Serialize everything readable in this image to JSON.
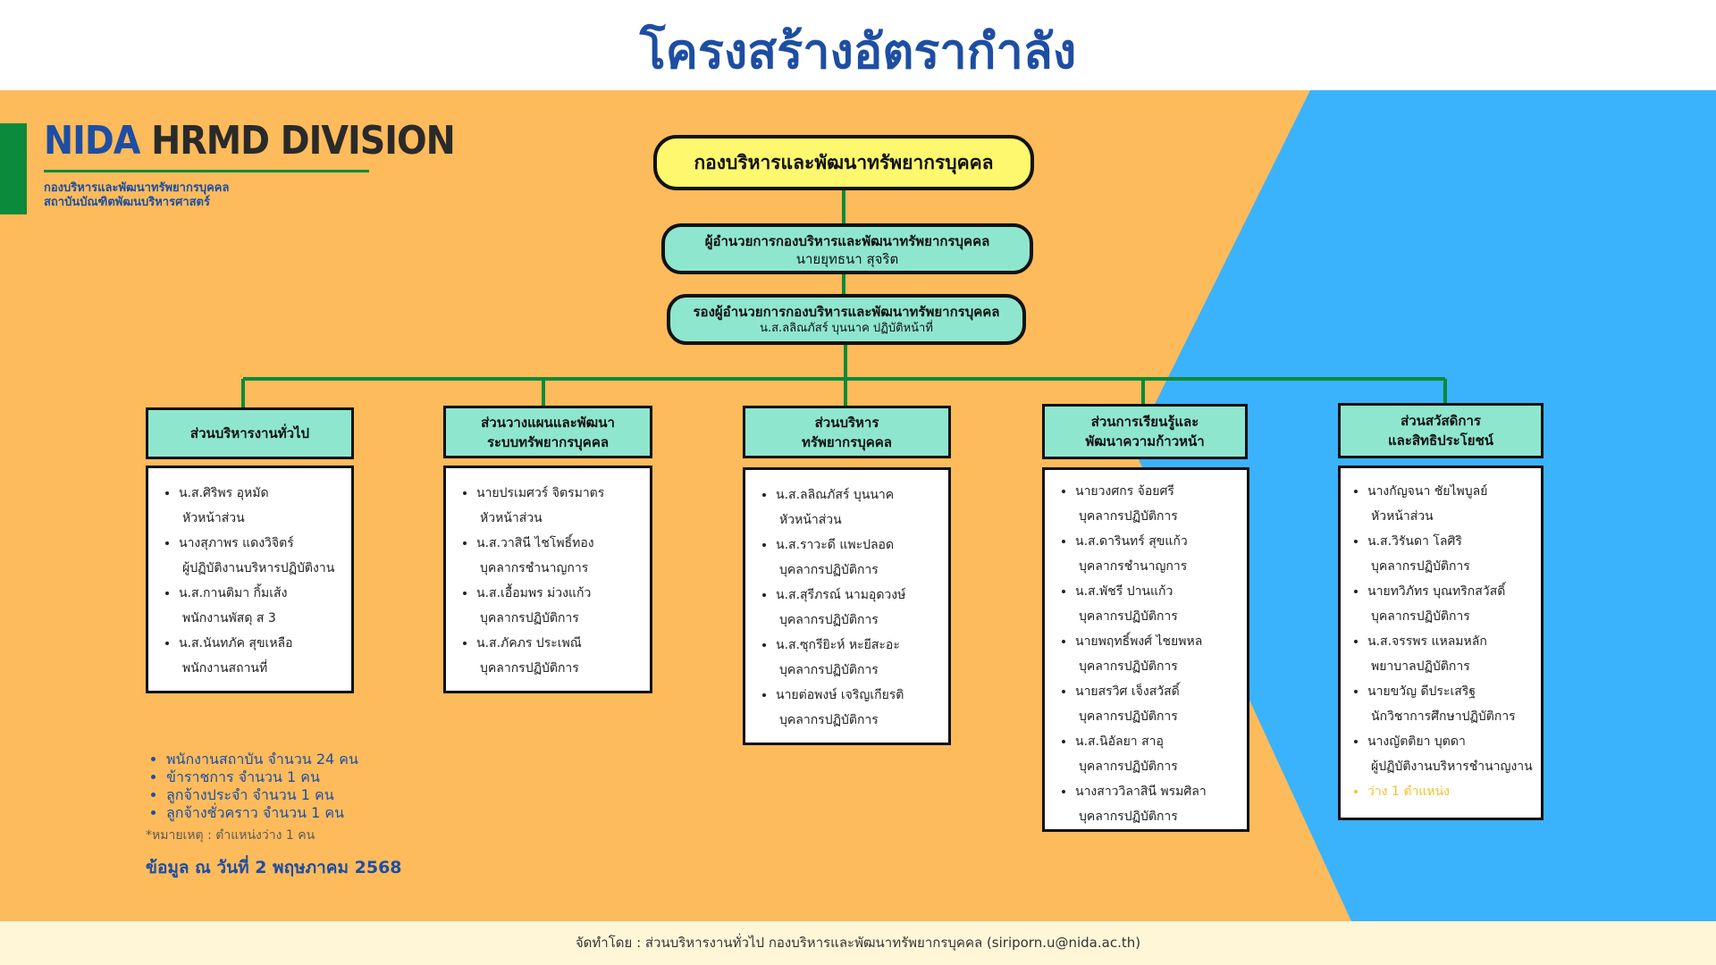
{
  "title": "โครงสร้างอัตรากำลัง",
  "brand": {
    "name_accent": "NIDA",
    "name_rest": "HRMD DIVISION",
    "sub_line1": "กองบริหารและพัฒนาทรัพยากรบุคคล",
    "sub_line2": "สถาบันบัณฑิตพัฒนบริหารศาสตร์"
  },
  "colors": {
    "background_orange": "#fdbb5b",
    "background_blue": "#3bb2fc",
    "title_blue": "#1d4ea3",
    "node_yellow": "#fdf86d",
    "node_mint": "#8fe6cf",
    "connector_green": "#0a8a3a",
    "vacant_yellow": "#f2c12e"
  },
  "org": {
    "top": "กองบริหารและพัฒนาทรัพยากรบุคคล",
    "director_title": "ผู้อำนวยการกองบริหารและพัฒนาทรัพยากรบุคคล",
    "director_name": "นายยุทธนา สุจริต",
    "deputy_title": "รองผู้อำนวยการกองบริหารและพัฒนาทรัพยากรบุคคล",
    "deputy_name": "น.ส.ลลิณภัสร์ บุนนาค ปฏิบัติหน้าที่"
  },
  "sections": [
    {
      "title_line1": "ส่วนบริหารงานทั่วไป",
      "title_line2": "",
      "members": [
        {
          "name": "น.ส.ศิริพร อุหมัด",
          "role": "หัวหน้าส่วน"
        },
        {
          "name": "นางสุภาพร แดงวิจิตร์",
          "role": "ผู้ปฏิบัติงานบริหารปฏิบัติงาน"
        },
        {
          "name": "น.ส.กานติมา กิ้มเส้ง",
          "role": "พนักงานพัสดุ ส 3"
        },
        {
          "name": "น.ส.นันทภัค สุขเหลือ",
          "role": "พนักงานสถานที่"
        }
      ]
    },
    {
      "title_line1": "ส่วนวางแผนและพัฒนา",
      "title_line2": "ระบบทรัพยากรบุคคล",
      "members": [
        {
          "name": "นายปรเมศวร์ จิตรมาตร",
          "role": "หัวหน้าส่วน"
        },
        {
          "name": "น.ส.วาสินี ไชโพธิ์ทอง",
          "role": "บุคลากรชำนาญการ"
        },
        {
          "name": "น.ส.เอื้อมพร ม่วงแก้ว",
          "role": "บุคลากรปฏิบัติการ"
        },
        {
          "name": "น.ส.ภัคภร ประเพณี",
          "role": "บุคลากรปฏิบัติการ"
        }
      ]
    },
    {
      "title_line1": "ส่วนบริหาร",
      "title_line2": "ทรัพยากรบุคคล",
      "members": [
        {
          "name": "น.ส.ลลิณภัสร์ บุนนาค",
          "role": "หัวหน้าส่วน"
        },
        {
          "name": "น.ส.ราวะดี แพะปลอด",
          "role": "บุคลากรปฏิบัติการ"
        },
        {
          "name": "น.ส.สุรีภรณ์ นามอุดวงษ์",
          "role": "บุคลากรปฏิบัติการ"
        },
        {
          "name": "น.ส.ซุกรียิะห์ หะยีสะอะ",
          "role": "บุคลากรปฏิบัติการ"
        },
        {
          "name": "นายต่อพงษ์ เจริญเกียรติ",
          "role": "บุคลากรปฏิบัติการ"
        }
      ]
    },
    {
      "title_line1": "ส่วนการเรียนรู้และ",
      "title_line2": "พัฒนาความก้าวหน้า",
      "members": [
        {
          "name": "นายวงศกร จ้อยศรี",
          "role": "บุคลากรปฏิบัติการ"
        },
        {
          "name": "น.ส.ดารินทร์ สุขแก้ว",
          "role": "บุคลากรชำนาญการ"
        },
        {
          "name": "น.ส.พัชรี ปานแก้ว",
          "role": "บุคลากรปฏิบัติการ"
        },
        {
          "name": "นายพฤทธิ์พงศ์ ไชยพหล",
          "role": "บุคลากรปฏิบัติการ"
        },
        {
          "name": "นายสรวิศ เจ็งสวัสดิ์",
          "role": "บุคลากรปฏิบัติการ"
        },
        {
          "name": "น.ส.นิอัลยา สาอุ",
          "role": "บุคลากรปฏิบัติการ"
        },
        {
          "name": "นางสาววิลาสินี พรมศิลา",
          "role": "บุคลากรปฏิบัติการ"
        }
      ]
    },
    {
      "title_line1": "ส่วนสวัสดิการ",
      "title_line2": "และสิทธิประโยชน์",
      "members": [
        {
          "name": "นางกัญจนา ชัยไพบูลย์",
          "role": "หัวหน้าส่วน"
        },
        {
          "name": "น.ส.วิรันดา โลศิริ",
          "role": "บุคลากรปฏิบัติการ"
        },
        {
          "name": "นายทวิภัทร บุณทริกสวัสดิ์",
          "role": "บุคลากรปฏิบัติการ"
        },
        {
          "name": "น.ส.จรรพร แหลมหลัก",
          "role": "พยาบาลปฏิบัติการ"
        },
        {
          "name": "นายขวัญ ดีประเสริฐ",
          "role": "นักวิชาการศึกษาปฏิบัติการ"
        },
        {
          "name": "นางญัตติยา บุตดา",
          "role": "ผู้ปฏิบัติงานบริหารชำนาญงาน"
        }
      ],
      "vacant": "ว่าง  1 ตำแหน่ง"
    }
  ],
  "stats": [
    "พนักงานสถาบัน จำนวน 24 คน",
    "ข้าราชการ จำนวน 1 คน",
    "ลูกจ้างประจำ จำนวน 1 คน",
    "ลูกจ้างชั่วคราว จำนวน 1 คน"
  ],
  "note": "*หมายเหตุ : ตำแหน่งว่าง 1 คน",
  "as_of": "ข้อมูล ณ วันที่ 2 พฤษภาคม 2568",
  "footer": "จัดทำโดย : ส่วนบริหารงานทั่วไป กองบริหารและพัฒนาทรัพยากรบุคคล (siriporn.u@nida.ac.th)"
}
